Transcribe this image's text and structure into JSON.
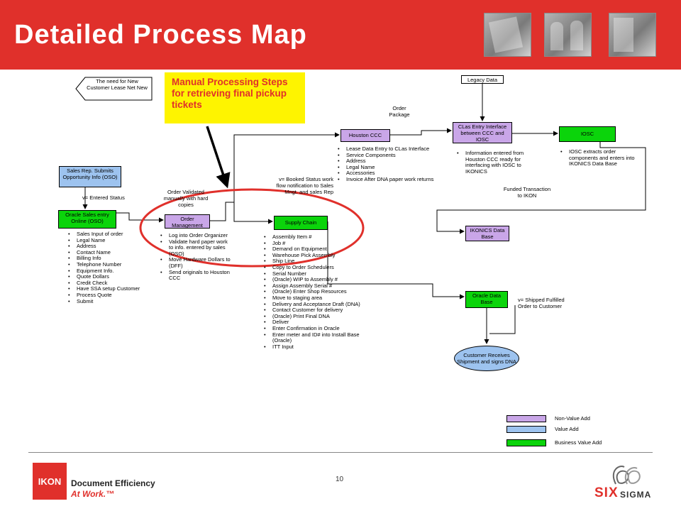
{
  "header": {
    "title": "Detailed Process Map"
  },
  "callout": {
    "text": "Manual Processing Steps for retrieving final pickup tickets"
  },
  "nodes": {
    "need": "The need for New Customer Lease Net New",
    "sales_rep": "Sales Rep. Submits Opportunity Info (OSO)",
    "oracle_sales": "Oracle Sales entry Online (OSO)",
    "order_mgmt": "Order Management",
    "supply_chain": "Supply Chain",
    "houston": "Houston CCC",
    "legacy": "Legacy Data",
    "clas": "CLas Entry Interface between CCC and IOSC",
    "iosc": "IOSC",
    "ikonics": "IKONICS Data Base",
    "oracle_db": "Oracle Data Base",
    "customer": "Customer Receives Shipment and signs DNA"
  },
  "labels": {
    "entered_status": "v= Entered Status",
    "order_validated": "Order Validated manually with hard copies",
    "booked": "v= Booked Status work flow notification to Sales Mngt. and sales Rep",
    "order_package": "Order Package",
    "funded": "Funded Transaction to IKON",
    "shipped": "v= Shipped Fulfilled Order to Customer"
  },
  "lists": {
    "oracle_sales": [
      "Sales Input of order",
      "Legal Name",
      "Address",
      "Contact Name",
      "Billing Info",
      "Telephone Number",
      "Equipment Info.",
      "Quote Dollars",
      "Credit Check",
      "Have SSA setup Customer",
      "Process Quote",
      "Submit"
    ],
    "order_mgmt": [
      "Log into Order Organizer",
      "Validate hard paper work to info. entered by sales (OSO)",
      "Move Hardware Dollars to (DFF)",
      "Send originals to Houston CCC"
    ],
    "supply_chain": [
      "Assembly Item #",
      "Job #",
      "Demand on Equipment",
      "Warehouse Pick Assembly",
      "Ship Line",
      "Copy to Order Schedulers",
      "Serial Number",
      "(Oracle) WIP to Assembly #",
      "Assign Assembly Serial #",
      "(Oracle) Enter Shop Resources",
      "Move to staging area",
      "Delivery and Acceptance Draft (DNA)",
      "Contact Customer for delivery",
      "(Oracle) Print Final DNA",
      "Deliver",
      "Enter Confirmation in Oracle",
      "Enter meter and ID# into Install Base (Oracle)",
      "ITT Input"
    ],
    "houston": [
      "Lease Data Entry to CLas Interface",
      "Service Components",
      "Address",
      "Legal Name",
      "Accessories",
      "Invoice After DNA paper work returns"
    ],
    "clas": [
      "Information entered from Houston CCC ready for interfacing with IOSC to IKONICS"
    ],
    "iosc": [
      "IOSC extracts order components and enters into IKONICS Data Base"
    ]
  },
  "legend": [
    {
      "label": "Non-Value Add",
      "color": "#c9a6e8"
    },
    {
      "label": "Value Add",
      "color": "#9dc3ef"
    },
    {
      "label": "Business Value Add",
      "color": "#0bd40b"
    }
  ],
  "footer": {
    "page": "10",
    "logo_text": "IKON",
    "tagline1": "Document Efficiency",
    "tagline2": "At Work.™",
    "six": "SIX",
    "sigma": "SIGMA"
  }
}
